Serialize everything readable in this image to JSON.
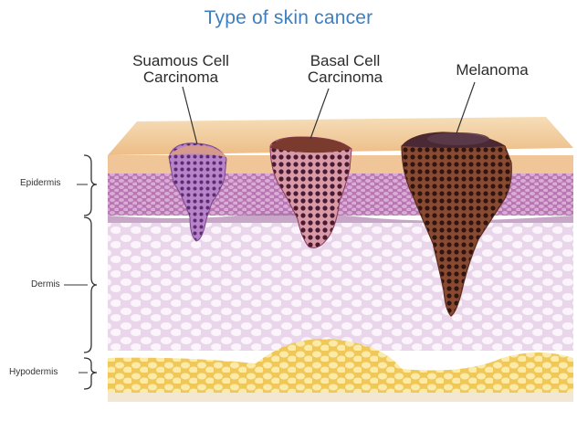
{
  "title": "Type of skin cancer",
  "tumors": {
    "squamous": {
      "line1": "Suamous Cell",
      "line2": "Carcinoma"
    },
    "basal": {
      "line1": "Basal Cell",
      "line2": "Carcinoma"
    },
    "melanoma": {
      "line1": "Melanoma"
    }
  },
  "layers": {
    "epidermis": "Epidermis",
    "dermis": "Dermis",
    "hypodermis": "Hypodermis"
  },
  "colors": {
    "title": "#3d7fc1",
    "surface": "#f2cfa3",
    "epidermis": "#c98fc0",
    "dermis": "#f1e3f1",
    "hypodermis": "#f6dc86",
    "squamous": "#8e5aa8",
    "basal": "#a0566e",
    "melanoma": "#6b3525"
  }
}
